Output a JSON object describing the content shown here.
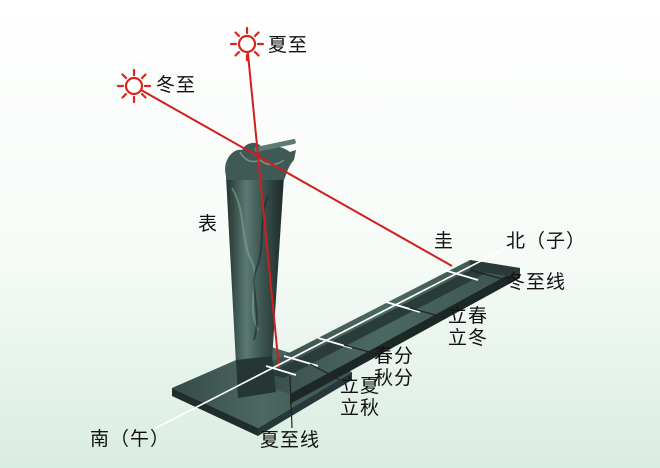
{
  "labels": {
    "summer_sun": "夏至",
    "winter_sun": "冬至",
    "gnomon": "表",
    "scale": "圭",
    "north": "北（子）",
    "south": "南（午）",
    "winter_line": "冬至线",
    "lichun_lidong": [
      "立春",
      "立冬"
    ],
    "chunfen_qiufen": [
      "春分",
      "秋分"
    ],
    "lixia_liqiu": [
      "立夏",
      "立秋"
    ],
    "summer_line": "夏至线"
  },
  "colors": {
    "sun": "#d9261c",
    "ray": "#d01f1f",
    "bronze_dark": "#2b3b38",
    "bronze_mid": "#4e6a63",
    "bronze_light": "#7d9990",
    "line": "#ffffff"
  },
  "icons": {
    "sun": "sun-icon"
  }
}
